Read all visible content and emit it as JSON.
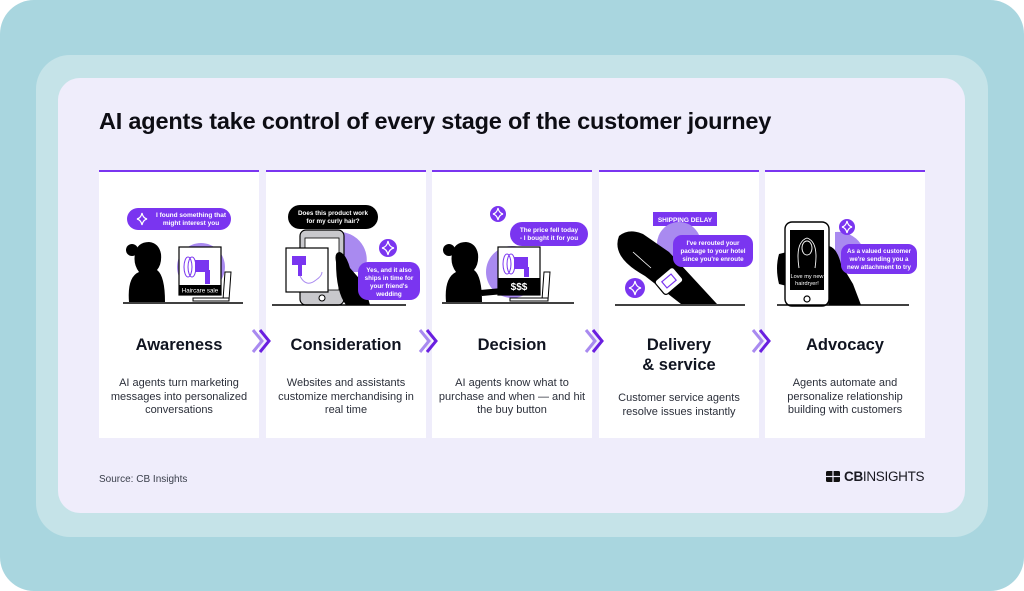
{
  "title": "AI agents take control of every stage of the customer journey",
  "colors": {
    "accent": "#7a35f0",
    "accent_light": "#a98af0",
    "outer_bg": "#a9d6df",
    "mid_bg": "#c5e3e8",
    "panel_bg": "#efedfb",
    "card_bg": "#ffffff",
    "text": "#101420"
  },
  "stages": [
    {
      "name": "Awareness",
      "description": "AI agents turn marketing messages into personalized conversations",
      "illustration": {
        "bubble": [
          "I found something that",
          "might interest you"
        ],
        "screen_label": "Haircare sale",
        "icons": [
          "sparkle-icon",
          "person-silhouette",
          "hairdryer-icon",
          "laptop-icon"
        ]
      }
    },
    {
      "name": "Consideration",
      "description": "Websites and assistants customize merchandising in real time",
      "illustration": {
        "question": [
          "Does this product work",
          "for my curly hair?"
        ],
        "answer": [
          "Yes, and it also",
          "ships in time for",
          "your friend's",
          "wedding"
        ],
        "icons": [
          "sparkle-icon",
          "phone-icon",
          "hand-icon",
          "hairdryer-icon"
        ]
      }
    },
    {
      "name": "Decision",
      "description": "AI agents know what to purchase and when — and hit the buy button",
      "illustration": {
        "bubble": [
          "The price fell today",
          "- I bought it for you"
        ],
        "screen_label": "$$$",
        "icons": [
          "sparkle-icon",
          "person-silhouette",
          "hairdryer-icon",
          "laptop-icon"
        ]
      }
    },
    {
      "name_lines": [
        "Delivery",
        "& service"
      ],
      "name": "Delivery & service",
      "description": "Customer service agents resolve issues instantly",
      "illustration": {
        "banner": "SHIPPING DELAY",
        "bubble": [
          "I've rerouted your",
          "package to your hotel",
          "since you're enroute"
        ],
        "icons": [
          "sparkle-icon",
          "arm-icon",
          "smartwatch-icon",
          "envelope-icon"
        ]
      }
    },
    {
      "name": "Advocacy",
      "description": "Agents automate and personalize relationship building with customers",
      "illustration": {
        "bubble": [
          "As a valued customer",
          "we're sending you a",
          "new attachment to try"
        ],
        "screen_caption": [
          "Love my new",
          "hairdryer!"
        ],
        "icons": [
          "sparkle-icon",
          "phone-icon",
          "hand-icon",
          "person-outline"
        ]
      }
    }
  ],
  "footer": {
    "source": "Source: CB Insights",
    "logo_bold": "CB",
    "logo_rest": "INSIGHTS"
  }
}
